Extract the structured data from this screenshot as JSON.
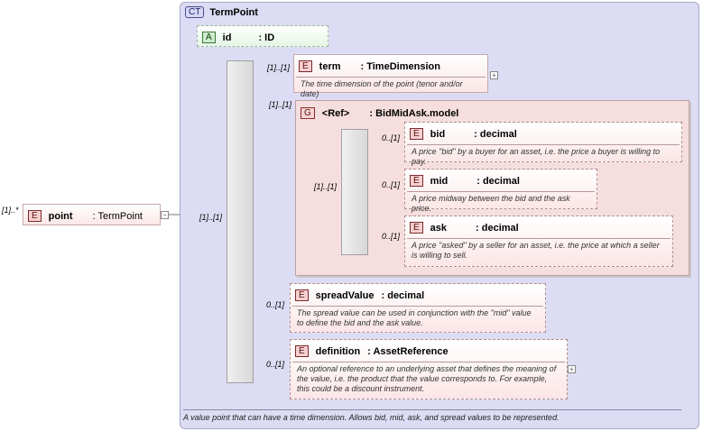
{
  "complex_type": {
    "badge": "CT",
    "name": "TermPoint",
    "doc": "A value point that can have a time dimension. Allows bid, mid, ask, and spread values to be represented."
  },
  "root": {
    "badge": "E",
    "name": "point",
    "type": ": TermPoint",
    "cardinality": "[1]..*",
    "seq_cardinality": "[1]..[1]"
  },
  "attribute": {
    "badge": "A",
    "name": "id",
    "type": ": ID"
  },
  "term": {
    "badge": "E",
    "name": "term",
    "type": ": TimeDimension",
    "cardinality": "[1]..[1]",
    "doc": "The time dimension of the point (tenor and/or date)"
  },
  "group": {
    "badge": "G",
    "name": "<Ref>",
    "type": ": BidMidAsk.model",
    "cardinality": "[1]..[1]",
    "seq_cardinality": "[1]..[1]",
    "items": [
      {
        "badge": "E",
        "name": "bid",
        "type": ": decimal",
        "cardinality": "0..[1]",
        "doc": "A price \"bid\" by a buyer for an asset, i.e. the price a buyer is willing to pay."
      },
      {
        "badge": "E",
        "name": "mid",
        "type": ": decimal",
        "cardinality": "0..[1]",
        "doc": "A price midway between the bid and the ask price."
      },
      {
        "badge": "E",
        "name": "ask",
        "type": ": decimal",
        "cardinality": "0..[1]",
        "doc": "A price \"asked\" by a seller for an asset, i.e. the price at which a seller is willing to sell."
      }
    ]
  },
  "spread": {
    "badge": "E",
    "name": "spreadValue",
    "type": ": decimal",
    "cardinality": "0..[1]",
    "doc": "The spread value can be used in conjunction with the \"mid\" value to define the bid and the ask value."
  },
  "definition": {
    "badge": "E",
    "name": "definition",
    "type": ": AssetReference",
    "cardinality": "0..[1]",
    "doc": "An optional reference to an underlying asset that defines the meaning of the value, i.e. the product that the value corresponds to. For example, this could be a discount instrument."
  }
}
